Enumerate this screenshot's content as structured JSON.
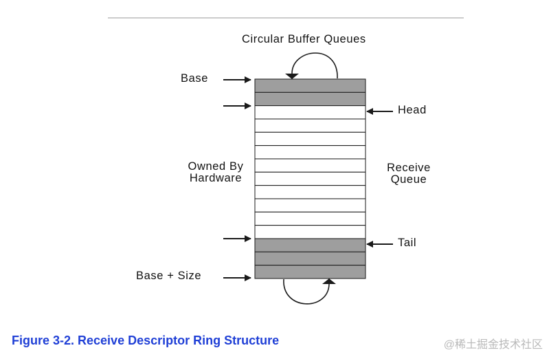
{
  "diagram": {
    "title": "Circular Buffer Queues",
    "labels": {
      "base": "Base",
      "head": "Head",
      "owned_line1": "Owned By",
      "owned_line2": "Hardware",
      "receive_line1": "Receive",
      "receive_line2": "Queue",
      "tail": "Tail",
      "base_size": "Base + Size"
    },
    "slots": [
      "gray",
      "gray",
      "white",
      "white",
      "white",
      "white",
      "white",
      "white",
      "white",
      "white",
      "white",
      "white",
      "gray",
      "gray",
      "gray"
    ],
    "colors": {
      "gray": "#9e9e9e",
      "white": "#ffffff",
      "line": "#1a1a1a",
      "rule": "#999999"
    }
  },
  "caption": "Figure 3-2. Receive Descriptor Ring Structure",
  "watermark": "@稀土掘金技术社区"
}
